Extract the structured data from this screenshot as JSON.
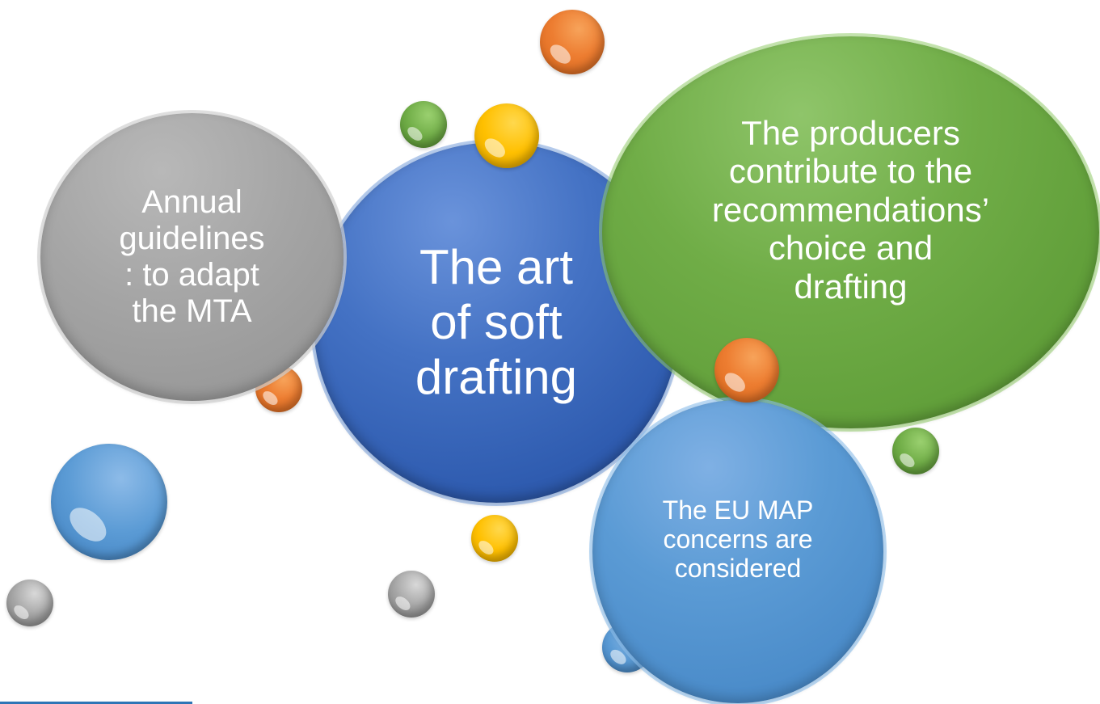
{
  "bubbles": {
    "gray": [
      "Annual",
      "guidelines",
      ": to adapt",
      "the MTA"
    ],
    "blue": [
      "The art",
      "of soft",
      "drafting"
    ],
    "green": [
      "The producers",
      "contribute to the",
      "recommendations’",
      "choice and",
      "drafting"
    ],
    "light_blue": [
      "The EU MAP",
      "concerns are",
      "considered"
    ]
  },
  "colors": {
    "blue": "#4472c4",
    "green": "#70ad47",
    "gray": "#a5a5a5",
    "light_blue": "#5b9bd5",
    "orange": "#ed7d31",
    "yellow": "#ffc000",
    "footer_line": "#2e75b6"
  }
}
